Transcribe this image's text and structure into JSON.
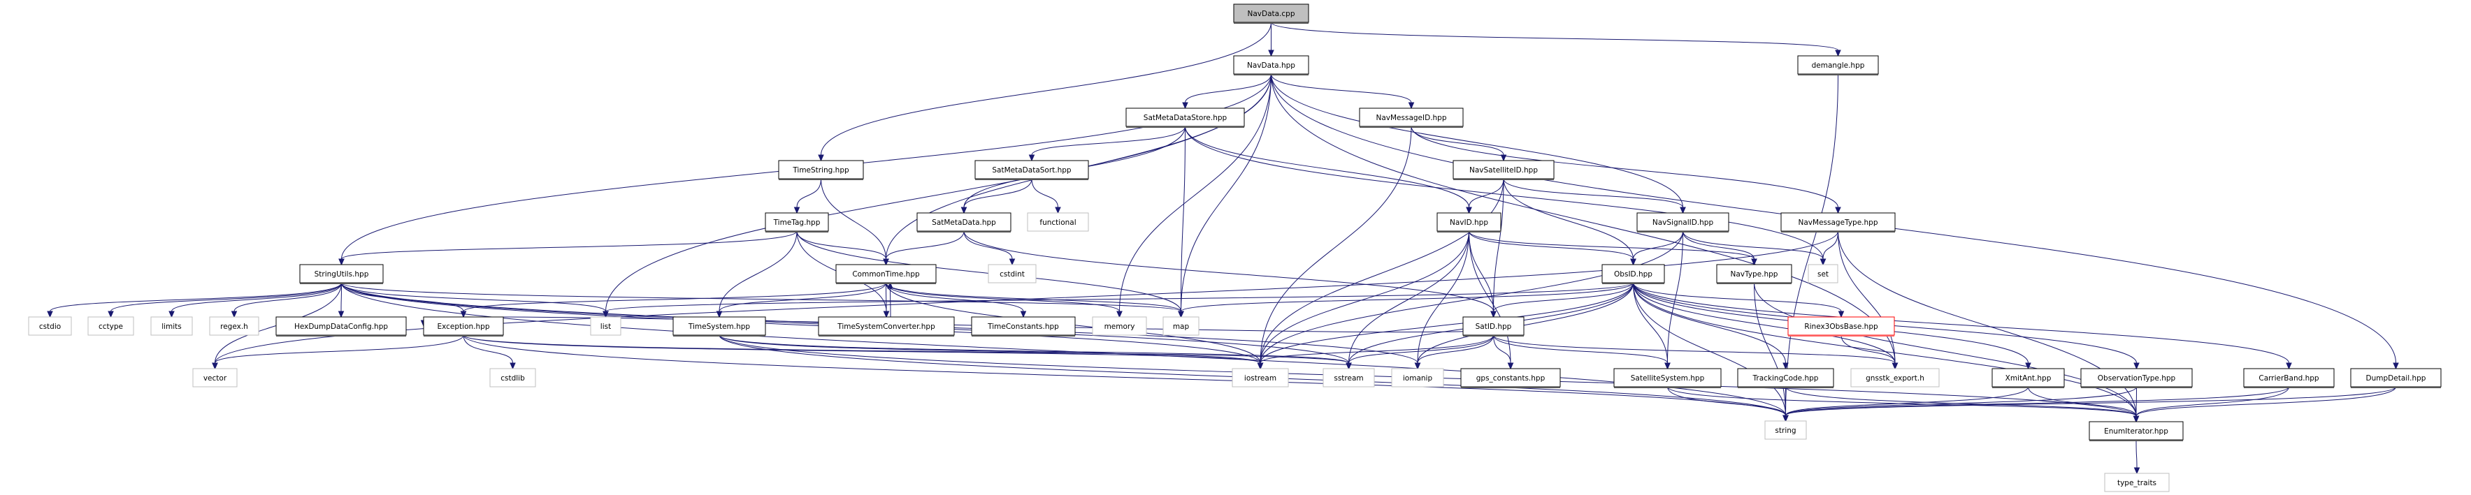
{
  "graph": {
    "title": "NavData.cpp",
    "colors": {
      "edge": "#191970",
      "root_fill": "#bfbfbf",
      "local_border": "#000000",
      "system_border": "#bfbfbf",
      "missing_border": "#ff0000"
    },
    "nodes": [
      {
        "id": "navdata_cpp",
        "label": "NavData.cpp",
        "kind": "root"
      },
      {
        "id": "navdata_hpp",
        "label": "NavData.hpp",
        "kind": "local"
      },
      {
        "id": "demangle",
        "label": "demangle.hpp",
        "kind": "local"
      },
      {
        "id": "satmetadatastore",
        "label": "SatMetaDataStore.hpp",
        "kind": "local"
      },
      {
        "id": "navmessageid",
        "label": "NavMessageID.hpp",
        "kind": "local"
      },
      {
        "id": "timestring",
        "label": "TimeString.hpp",
        "kind": "local"
      },
      {
        "id": "satmetadatasort",
        "label": "SatMetaDataSort.hpp",
        "kind": "local"
      },
      {
        "id": "navsatelliteid",
        "label": "NavSatelliteID.hpp",
        "kind": "local"
      },
      {
        "id": "timetag",
        "label": "TimeTag.hpp",
        "kind": "local"
      },
      {
        "id": "satmetadata",
        "label": "SatMetaData.hpp",
        "kind": "local"
      },
      {
        "id": "functional",
        "label": "functional",
        "kind": "system"
      },
      {
        "id": "navid",
        "label": "NavID.hpp",
        "kind": "local"
      },
      {
        "id": "navsignalid",
        "label": "NavSignalID.hpp",
        "kind": "local"
      },
      {
        "id": "navmessagetype",
        "label": "NavMessageType.hpp",
        "kind": "local"
      },
      {
        "id": "stringutils",
        "label": "StringUtils.hpp",
        "kind": "local"
      },
      {
        "id": "commontime",
        "label": "CommonTime.hpp",
        "kind": "local"
      },
      {
        "id": "cstdint",
        "label": "cstdint",
        "kind": "system"
      },
      {
        "id": "obsid",
        "label": "ObsID.hpp",
        "kind": "local"
      },
      {
        "id": "navtype",
        "label": "NavType.hpp",
        "kind": "local"
      },
      {
        "id": "set",
        "label": "set",
        "kind": "system"
      },
      {
        "id": "cstdio",
        "label": "cstdio",
        "kind": "system"
      },
      {
        "id": "cctype",
        "label": "cctype",
        "kind": "system"
      },
      {
        "id": "limits",
        "label": "limits",
        "kind": "system"
      },
      {
        "id": "regex",
        "label": "regex.h",
        "kind": "system"
      },
      {
        "id": "hexdump",
        "label": "HexDumpDataConfig.hpp",
        "kind": "local"
      },
      {
        "id": "exception",
        "label": "Exception.hpp",
        "kind": "local"
      },
      {
        "id": "list",
        "label": "list",
        "kind": "system"
      },
      {
        "id": "timesystem",
        "label": "TimeSystem.hpp",
        "kind": "local"
      },
      {
        "id": "timesystemconverter",
        "label": "TimeSystemConverter.hpp",
        "kind": "local"
      },
      {
        "id": "timeconstants",
        "label": "TimeConstants.hpp",
        "kind": "local"
      },
      {
        "id": "memory",
        "label": "memory",
        "kind": "system"
      },
      {
        "id": "map",
        "label": "map",
        "kind": "system"
      },
      {
        "id": "satid",
        "label": "SatID.hpp",
        "kind": "local"
      },
      {
        "id": "rinex3obsbase",
        "label": "Rinex3ObsBase.hpp",
        "kind": "missing"
      },
      {
        "id": "vector",
        "label": "vector",
        "kind": "system"
      },
      {
        "id": "cstdlib",
        "label": "cstdlib",
        "kind": "system"
      },
      {
        "id": "iostream",
        "label": "iostream",
        "kind": "system"
      },
      {
        "id": "sstream",
        "label": "sstream",
        "kind": "system"
      },
      {
        "id": "iomanip",
        "label": "iomanip",
        "kind": "system"
      },
      {
        "id": "gpsconstants",
        "label": "gps_constants.hpp",
        "kind": "local"
      },
      {
        "id": "satellitesystem",
        "label": "SatelliteSystem.hpp",
        "kind": "local"
      },
      {
        "id": "trackingcode",
        "label": "TrackingCode.hpp",
        "kind": "local"
      },
      {
        "id": "gnsstkexport",
        "label": "gnsstk_export.h",
        "kind": "system"
      },
      {
        "id": "xmitant",
        "label": "XmitAnt.hpp",
        "kind": "local"
      },
      {
        "id": "observationtype",
        "label": "ObservationType.hpp",
        "kind": "local"
      },
      {
        "id": "carrierband",
        "label": "CarrierBand.hpp",
        "kind": "local"
      },
      {
        "id": "dumpdetail",
        "label": "DumpDetail.hpp",
        "kind": "local"
      },
      {
        "id": "string",
        "label": "string",
        "kind": "system"
      },
      {
        "id": "enumiterator",
        "label": "EnumIterator.hpp",
        "kind": "local"
      },
      {
        "id": "typetraits",
        "label": "type_traits",
        "kind": "system"
      }
    ],
    "edges": [
      [
        "navdata_cpp",
        "navdata_hpp"
      ],
      [
        "navdata_cpp",
        "timestring"
      ],
      [
        "navdata_cpp",
        "demangle"
      ],
      [
        "navdata_hpp",
        "satmetadatastore"
      ],
      [
        "navdata_hpp",
        "navmessageid"
      ],
      [
        "navdata_hpp",
        "list"
      ],
      [
        "navdata_hpp",
        "memory"
      ],
      [
        "navdata_hpp",
        "map"
      ],
      [
        "navdata_hpp",
        "commontime"
      ],
      [
        "navdata_hpp",
        "navsignalid"
      ],
      [
        "navdata_hpp",
        "gnsstkexport"
      ],
      [
        "navdata_hpp",
        "dumpdetail"
      ],
      [
        "navdata_hpp",
        "stringutils"
      ],
      [
        "demangle",
        "string"
      ],
      [
        "satmetadatastore",
        "satmetadatasort"
      ],
      [
        "satmetadatastore",
        "satmetadata"
      ],
      [
        "satmetadatastore",
        "navid"
      ],
      [
        "satmetadatastore",
        "map"
      ],
      [
        "satmetadatastore",
        "set"
      ],
      [
        "navmessageid",
        "navsatelliteid"
      ],
      [
        "navmessageid",
        "navmessagetype"
      ],
      [
        "navmessageid",
        "iostream"
      ],
      [
        "timestring",
        "timetag"
      ],
      [
        "timestring",
        "commontime"
      ],
      [
        "satmetadatasort",
        "satmetadata"
      ],
      [
        "satmetadatasort",
        "functional"
      ],
      [
        "navsatelliteid",
        "navid"
      ],
      [
        "navsatelliteid",
        "navsignalid"
      ],
      [
        "navsatelliteid",
        "obsid"
      ],
      [
        "navsatelliteid",
        "satid"
      ],
      [
        "navsatelliteid",
        "iostream"
      ],
      [
        "timetag",
        "stringutils"
      ],
      [
        "timetag",
        "commontime"
      ],
      [
        "timetag",
        "timesystem"
      ],
      [
        "timetag",
        "timesystemconverter"
      ],
      [
        "timetag",
        "map"
      ],
      [
        "satmetadata",
        "commontime"
      ],
      [
        "satmetadata",
        "cstdint"
      ],
      [
        "satmetadata",
        "satid"
      ],
      [
        "navid",
        "obsid"
      ],
      [
        "navid",
        "navtype"
      ],
      [
        "navid",
        "satid"
      ],
      [
        "navid",
        "iostream"
      ],
      [
        "navid",
        "sstream"
      ],
      [
        "navid",
        "iomanip"
      ],
      [
        "navid",
        "gpsconstants"
      ],
      [
        "navsignalid",
        "obsid"
      ],
      [
        "navsignalid",
        "navtype"
      ],
      [
        "navsignalid",
        "set"
      ],
      [
        "navsignalid",
        "satellitesystem"
      ],
      [
        "navsignalid",
        "iostream"
      ],
      [
        "navmessagetype",
        "set"
      ],
      [
        "navmessagetype",
        "gnsstkexport"
      ],
      [
        "navmessagetype",
        "enumiterator"
      ],
      [
        "navmessagetype",
        "vector"
      ],
      [
        "stringutils",
        "cstdio"
      ],
      [
        "stringutils",
        "cctype"
      ],
      [
        "stringutils",
        "limits"
      ],
      [
        "stringutils",
        "regex"
      ],
      [
        "stringutils",
        "hexdump"
      ],
      [
        "stringutils",
        "exception"
      ],
      [
        "stringutils",
        "list"
      ],
      [
        "stringutils",
        "vector"
      ],
      [
        "stringutils",
        "string"
      ],
      [
        "stringutils",
        "iostream"
      ],
      [
        "stringutils",
        "sstream"
      ],
      [
        "stringutils",
        "iomanip"
      ],
      [
        "stringutils",
        "map"
      ],
      [
        "commontime",
        "timesystemconverter"
      ],
      [
        "commontime",
        "timeconstants"
      ],
      [
        "commontime",
        "exception"
      ],
      [
        "commontime",
        "timesystem"
      ],
      [
        "commontime",
        "memory"
      ],
      [
        "commontime",
        "map"
      ],
      [
        "commontime",
        "iostream"
      ],
      [
        "timesystemconverter",
        "commontime"
      ],
      [
        "obsid",
        "satid"
      ],
      [
        "obsid",
        "rinex3obsbase"
      ],
      [
        "obsid",
        "gnsstkexport"
      ],
      [
        "obsid",
        "string"
      ],
      [
        "obsid",
        "trackingcode"
      ],
      [
        "obsid",
        "satellitesystem"
      ],
      [
        "obsid",
        "xmitant"
      ],
      [
        "obsid",
        "observationtype"
      ],
      [
        "obsid",
        "carrierband"
      ],
      [
        "obsid",
        "enumiterator"
      ],
      [
        "obsid",
        "iostream"
      ],
      [
        "obsid",
        "sstream"
      ],
      [
        "obsid",
        "iomanip"
      ],
      [
        "obsid",
        "map"
      ],
      [
        "obsid",
        "list"
      ],
      [
        "satid",
        "iostream"
      ],
      [
        "satid",
        "sstream"
      ],
      [
        "satid",
        "iomanip"
      ],
      [
        "satid",
        "gpsconstants"
      ],
      [
        "satid",
        "satellitesystem"
      ],
      [
        "satid",
        "gnsstkexport"
      ],
      [
        "satid",
        "exception"
      ],
      [
        "exception",
        "vector"
      ],
      [
        "exception",
        "cstdlib"
      ],
      [
        "exception",
        "string"
      ],
      [
        "exception",
        "iostream"
      ],
      [
        "exception",
        "sstream"
      ],
      [
        "timesystem",
        "string"
      ],
      [
        "timesystem",
        "iostream"
      ],
      [
        "timesystem",
        "sstream"
      ],
      [
        "timesystem",
        "enumiterator"
      ],
      [
        "navtype",
        "string"
      ],
      [
        "navtype",
        "enumiterator"
      ],
      [
        "rinex3obsbase",
        "gnsstkexport"
      ],
      [
        "satellitesystem",
        "string"
      ],
      [
        "satellitesystem",
        "enumiterator"
      ],
      [
        "trackingcode",
        "string"
      ],
      [
        "trackingcode",
        "enumiterator"
      ],
      [
        "xmitant",
        "string"
      ],
      [
        "xmitant",
        "enumiterator"
      ],
      [
        "observationtype",
        "string"
      ],
      [
        "observationtype",
        "enumiterator"
      ],
      [
        "carrierband",
        "string"
      ],
      [
        "carrierband",
        "enumiterator"
      ],
      [
        "dumpdetail",
        "string"
      ],
      [
        "dumpdetail",
        "enumiterator"
      ],
      [
        "enumiterator",
        "typetraits"
      ]
    ]
  }
}
